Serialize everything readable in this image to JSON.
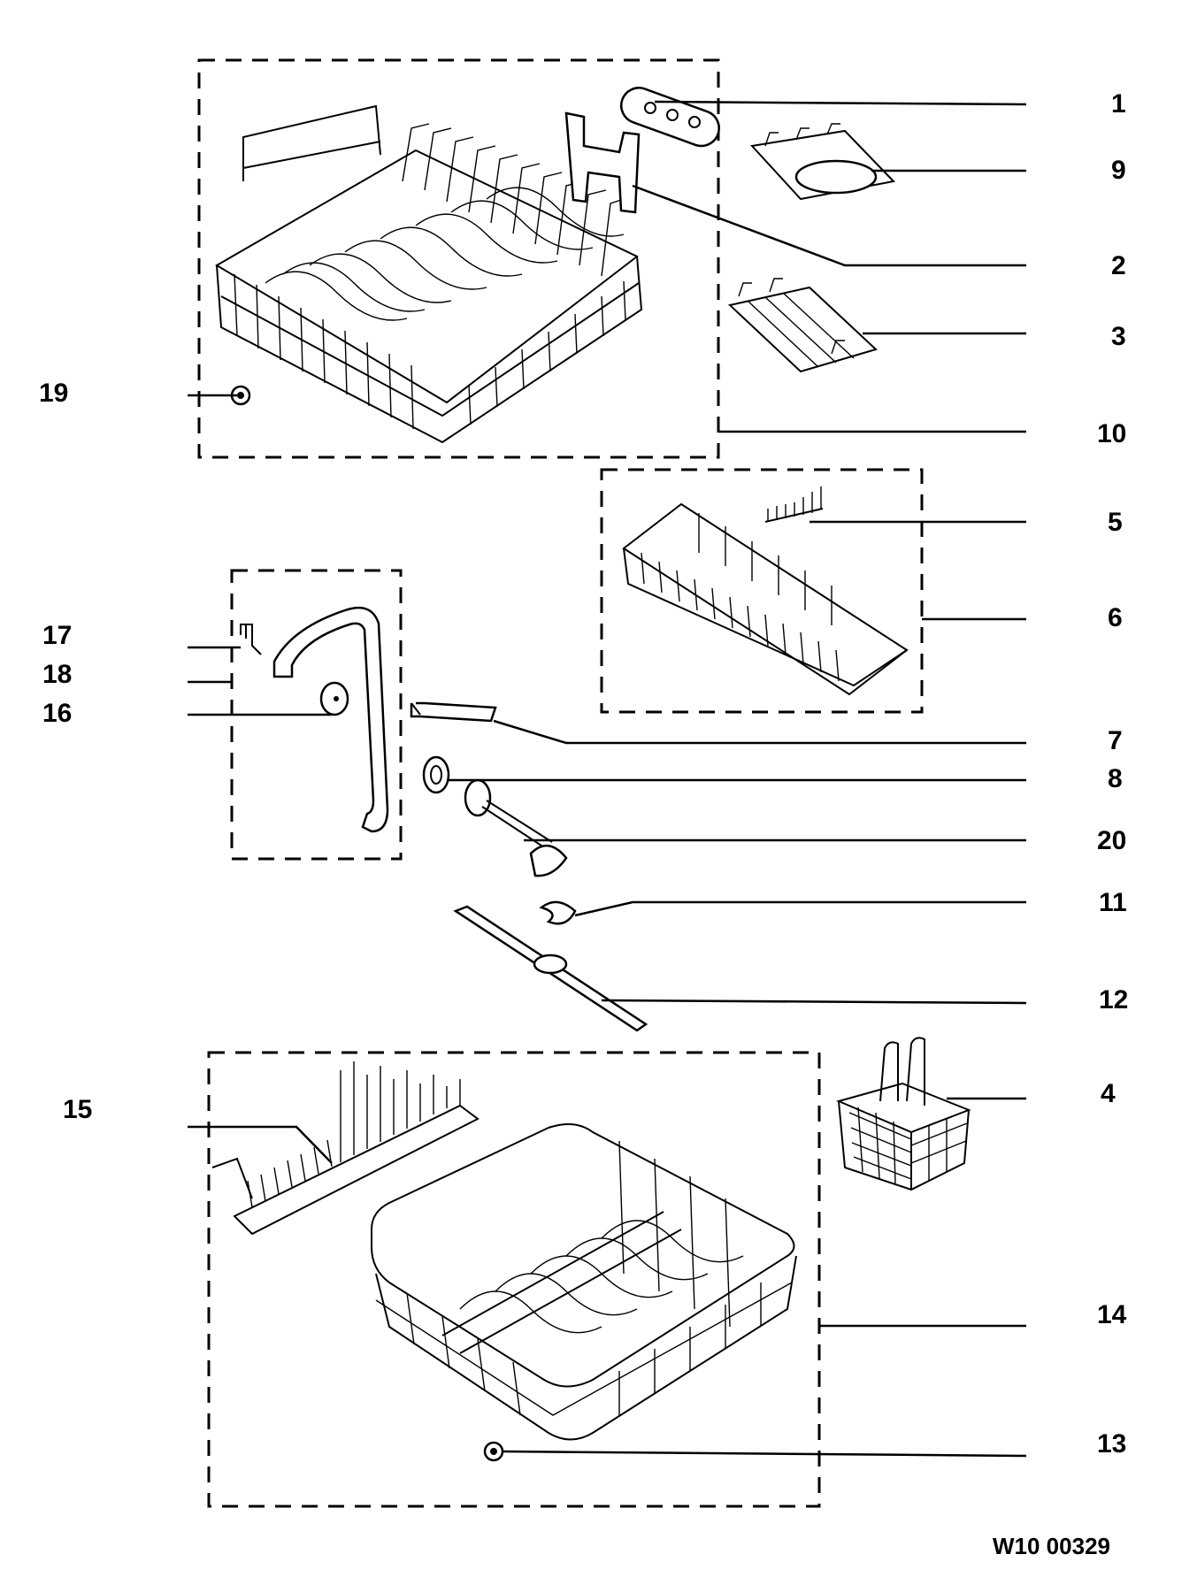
{
  "diagram": {
    "callouts": [
      {
        "id": "1",
        "text": "1"
      },
      {
        "id": "9",
        "text": "9"
      },
      {
        "id": "2",
        "text": "2"
      },
      {
        "id": "3",
        "text": "3"
      },
      {
        "id": "19",
        "text": "19"
      },
      {
        "id": "10",
        "text": "10"
      },
      {
        "id": "5",
        "text": "5"
      },
      {
        "id": "6",
        "text": "6"
      },
      {
        "id": "17",
        "text": "17"
      },
      {
        "id": "18",
        "text": "18"
      },
      {
        "id": "16",
        "text": "16"
      },
      {
        "id": "7",
        "text": "7"
      },
      {
        "id": "8",
        "text": "8"
      },
      {
        "id": "20",
        "text": "20"
      },
      {
        "id": "11",
        "text": "11"
      },
      {
        "id": "12",
        "text": "12"
      },
      {
        "id": "15",
        "text": "15"
      },
      {
        "id": "4",
        "text": "4"
      },
      {
        "id": "14",
        "text": "14"
      },
      {
        "id": "13",
        "text": "13"
      }
    ],
    "figure_code": "W10 00329"
  }
}
